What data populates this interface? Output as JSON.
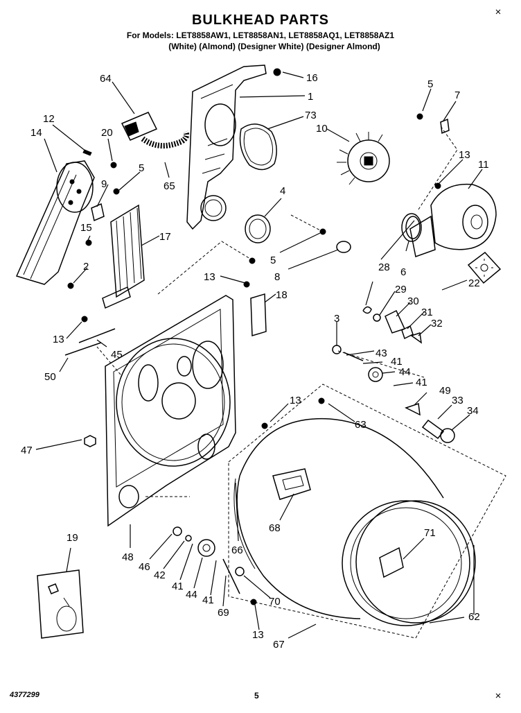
{
  "header": {
    "title": "BULKHEAD PARTS",
    "models": "For Models: LET8858AW1, LET8858AN1, LET8858AQ1, LET8858AZ1",
    "variants": "(White)        (Almond) (Designer White) (Designer Almond)"
  },
  "footer": {
    "doc_number": "4377299",
    "page_number": "5"
  },
  "callouts": [
    {
      "id": "c-64",
      "label": "64"
    },
    {
      "id": "c-16",
      "label": "16"
    },
    {
      "id": "c-1",
      "label": "1"
    },
    {
      "id": "c-5a",
      "label": "5"
    },
    {
      "id": "c-7",
      "label": "7"
    },
    {
      "id": "c-73",
      "label": "73"
    },
    {
      "id": "c-12",
      "label": "12"
    },
    {
      "id": "c-14",
      "label": "14"
    },
    {
      "id": "c-20",
      "label": "20"
    },
    {
      "id": "c-10",
      "label": "10"
    },
    {
      "id": "c-13a",
      "label": "13"
    },
    {
      "id": "c-11",
      "label": "11"
    },
    {
      "id": "c-5b",
      "label": "5"
    },
    {
      "id": "c-9",
      "label": "9"
    },
    {
      "id": "c-65",
      "label": "65"
    },
    {
      "id": "c-4",
      "label": "4"
    },
    {
      "id": "c-15",
      "label": "15"
    },
    {
      "id": "c-17",
      "label": "17"
    },
    {
      "id": "c-5c",
      "label": "5"
    },
    {
      "id": "c-28",
      "label": "28"
    },
    {
      "id": "c-6",
      "label": "6"
    },
    {
      "id": "c-2",
      "label": "2"
    },
    {
      "id": "c-8",
      "label": "8"
    },
    {
      "id": "c-22",
      "label": "22"
    },
    {
      "id": "c-13b",
      "label": "13"
    },
    {
      "id": "c-18",
      "label": "18"
    },
    {
      "id": "c-29",
      "label": "29"
    },
    {
      "id": "c-30",
      "label": "30"
    },
    {
      "id": "c-31",
      "label": "31"
    },
    {
      "id": "c-3",
      "label": "3"
    },
    {
      "id": "c-32",
      "label": "32"
    },
    {
      "id": "c-13c",
      "label": "13"
    },
    {
      "id": "c-45",
      "label": "45"
    },
    {
      "id": "c-43",
      "label": "43"
    },
    {
      "id": "c-41a",
      "label": "41"
    },
    {
      "id": "c-44a",
      "label": "44"
    },
    {
      "id": "c-50",
      "label": "50"
    },
    {
      "id": "c-41b",
      "label": "41"
    },
    {
      "id": "c-49",
      "label": "49"
    },
    {
      "id": "c-13d",
      "label": "13"
    },
    {
      "id": "c-33",
      "label": "33"
    },
    {
      "id": "c-63",
      "label": "63"
    },
    {
      "id": "c-34",
      "label": "34"
    },
    {
      "id": "c-47",
      "label": "47"
    },
    {
      "id": "c-68",
      "label": "68"
    },
    {
      "id": "c-19",
      "label": "19"
    },
    {
      "id": "c-71",
      "label": "71"
    },
    {
      "id": "c-66",
      "label": "66"
    },
    {
      "id": "c-48",
      "label": "48"
    },
    {
      "id": "c-46",
      "label": "46"
    },
    {
      "id": "c-42",
      "label": "42"
    },
    {
      "id": "c-41c",
      "label": "41"
    },
    {
      "id": "c-44b",
      "label": "44"
    },
    {
      "id": "c-41d",
      "label": "41"
    },
    {
      "id": "c-70",
      "label": "70"
    },
    {
      "id": "c-69",
      "label": "69"
    },
    {
      "id": "c-62",
      "label": "62"
    },
    {
      "id": "c-13e",
      "label": "13"
    },
    {
      "id": "c-67",
      "label": "67"
    }
  ]
}
